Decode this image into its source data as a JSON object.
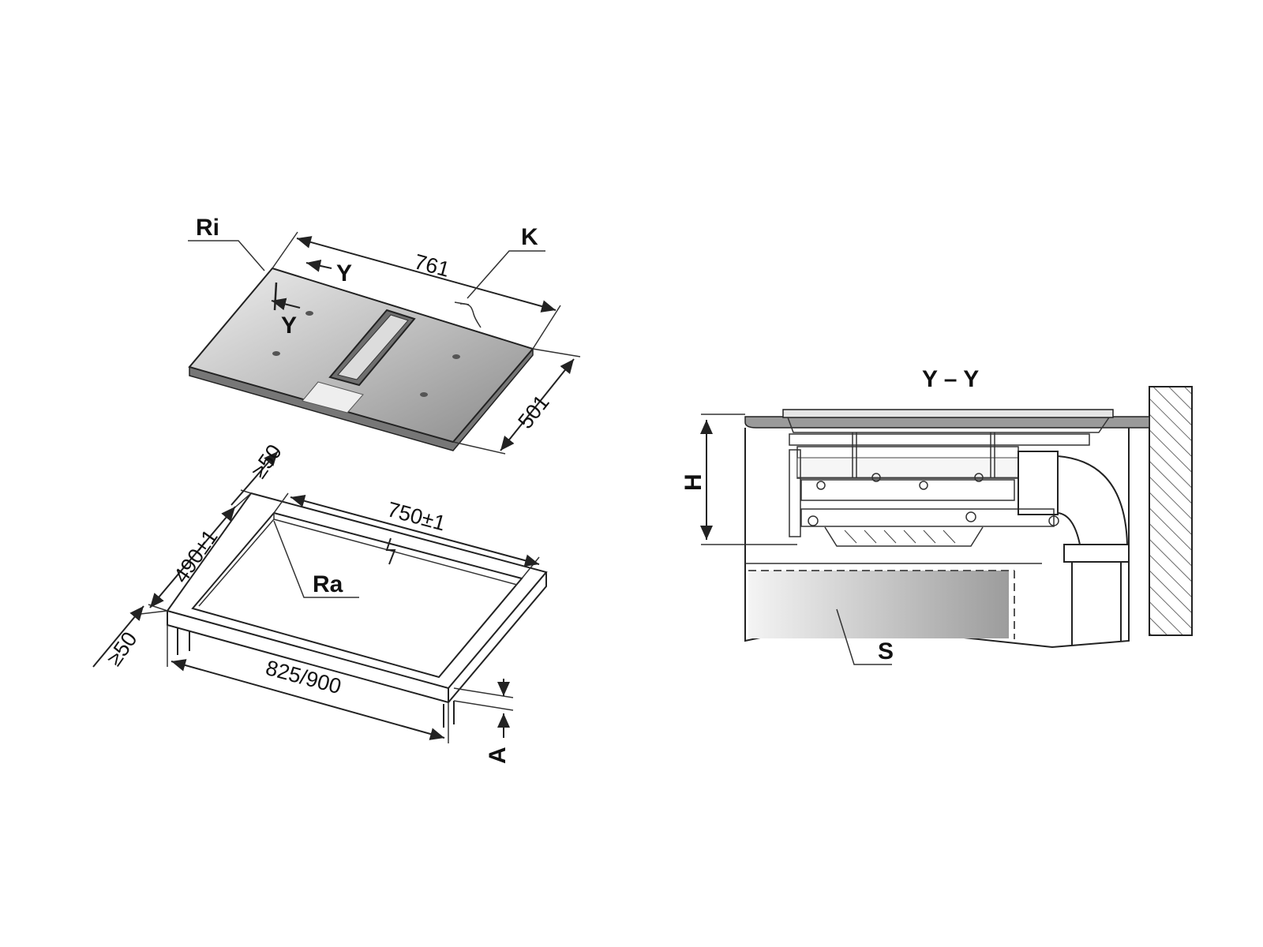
{
  "colors": {
    "ink": "#222222",
    "panel_light": "#f0f0f0",
    "panel_dark": "#8f8f8f",
    "counter_gray": "#9a9a9a",
    "background": "#ffffff"
  },
  "labels": {
    "ri": "Ri",
    "k": "K",
    "y_arrow_top": "Y",
    "y_arrow_left": "Y",
    "ra": "Ra",
    "section_title": "Y – Y",
    "h": "H",
    "s": "S",
    "a": "A"
  },
  "dimensions": {
    "hob_width": "761",
    "hob_depth": "501",
    "cutout_width": "750±1",
    "cutout_depth": "490±1",
    "clearance_back": "≥50",
    "clearance_front": "≥50",
    "worktop_depth": "825/900"
  }
}
